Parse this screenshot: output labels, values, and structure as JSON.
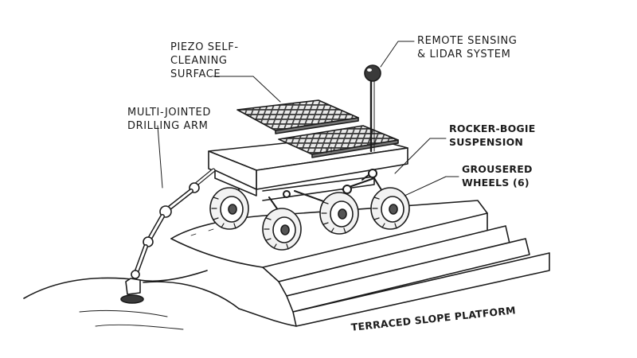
{
  "labels": {
    "piezo": "PIEZO SELF-\nCLEANING\nSURFACE",
    "remote": "REMOTE SENSING\n& LIDAR SYSTEM",
    "drill": "MULTI-JOINTED\nDRILLING ARM",
    "rocker": "ROCKER-BOGIE\nSUSPENSION",
    "wheels": "GROUSERED\nWHEELS (6)",
    "platform": "TERRACED SLOPE PLATFORM"
  },
  "colors": {
    "ink": "#1c1c1c",
    "paper": "#ffffff",
    "panel": "#4a4a4a"
  }
}
